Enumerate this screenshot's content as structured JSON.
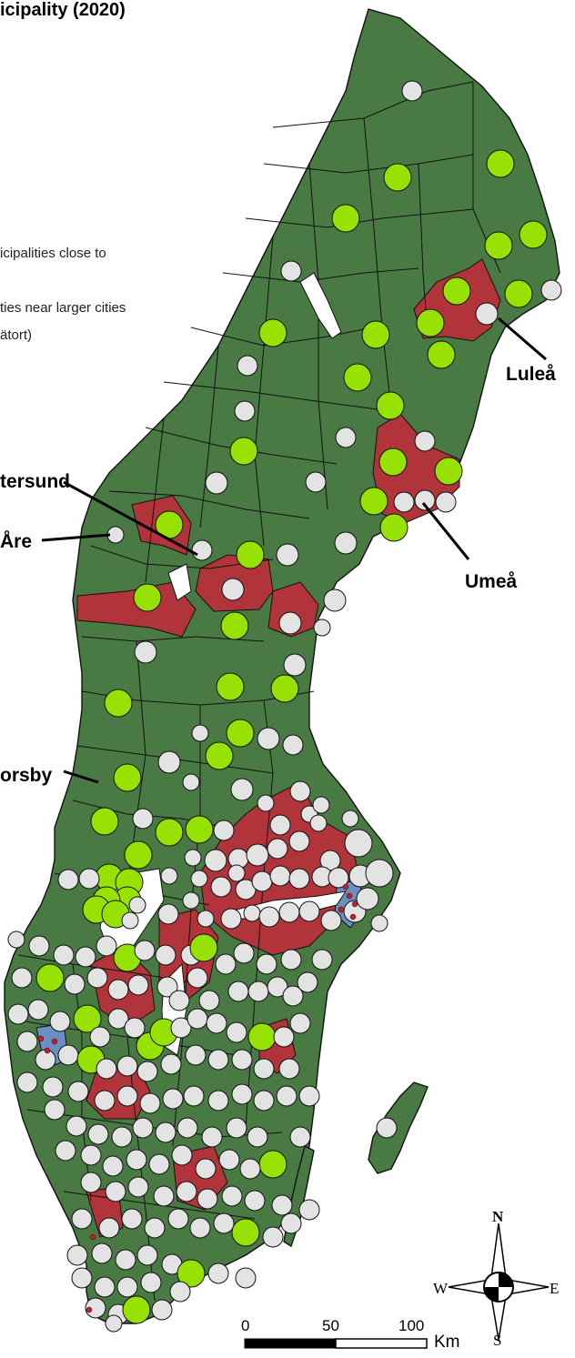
{
  "title": "icipality (2020)",
  "legend": {
    "line1": "icipalities close to",
    "line2": "ties near larger cities",
    "line3": "ätort)"
  },
  "labels": {
    "lulea": "Luleå",
    "umea": "Umeå",
    "ostersund": "tersund",
    "are": "Åre",
    "torsby": "orsby"
  },
  "compass": {
    "n": "N",
    "s": "S",
    "e": "E",
    "w": "W"
  },
  "scale": {
    "zero": "0",
    "fifty": "50",
    "hundred": "100",
    "unit": "Km"
  },
  "colors": {
    "rural_fill": "#4a7a44",
    "urban_fill": "#b2343b",
    "metro_fill": "#6a8fc0",
    "border": "#111111",
    "grey_dot": "#e3e3e3",
    "green_dot": "#97e204"
  }
}
